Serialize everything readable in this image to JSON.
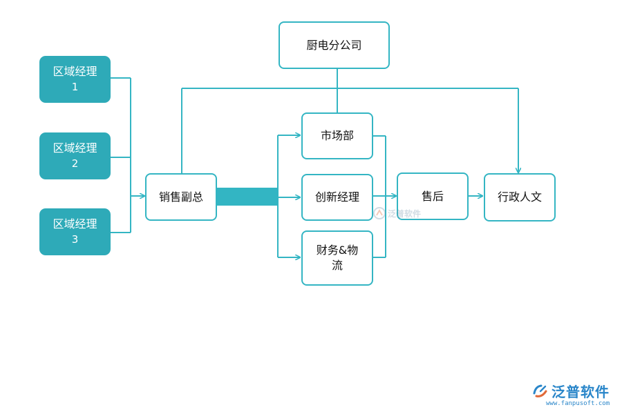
{
  "nodes": {
    "head_office": "厨电分公司",
    "region1": {
      "line1": "区域经理",
      "line2": "1"
    },
    "region2": {
      "line1": "区域经理",
      "line2": "2"
    },
    "region3": {
      "line1": "区域经理",
      "line2": "3"
    },
    "sales_vp": "销售副总",
    "marketing": "市场部",
    "innovation": "创新经理",
    "finance_logistics": "财务&物流",
    "after_sales": "售后",
    "admin_hr": "行政人文"
  },
  "watermark": {
    "text": "泛普软件"
  },
  "brand": {
    "name": "泛普软件",
    "url": "www.fanpusoft.com"
  },
  "colors": {
    "accent": "#33b5c3",
    "fill": "#2eaab8",
    "brand": "#2a86c9"
  }
}
